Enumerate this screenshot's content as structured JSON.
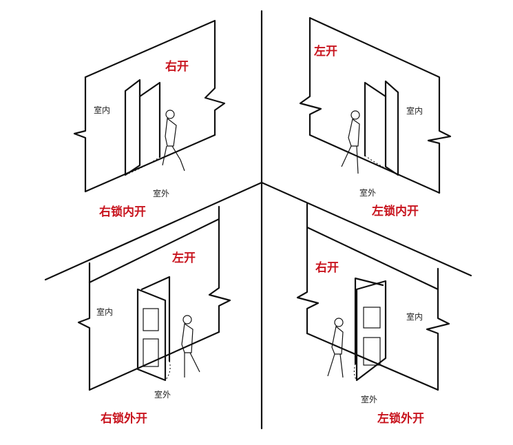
{
  "colors": {
    "label_red": "#c8141e",
    "line": "#111111",
    "background": "#ffffff"
  },
  "panels": [
    {
      "id": "top-left",
      "swing_label": "右开",
      "indoor_label": "室内",
      "outdoor_label": "室外",
      "type_label": "右锁内开"
    },
    {
      "id": "top-right",
      "swing_label": "左开",
      "indoor_label": "室内",
      "outdoor_label": "室外",
      "type_label": "左锁内开"
    },
    {
      "id": "bottom-left",
      "swing_label": "左开",
      "indoor_label": "室内",
      "outdoor_label": "室外",
      "type_label": "右锁外开"
    },
    {
      "id": "bottom-right",
      "swing_label": "右开",
      "indoor_label": "室内",
      "outdoor_label": "室外",
      "type_label": "左锁外开"
    }
  ]
}
